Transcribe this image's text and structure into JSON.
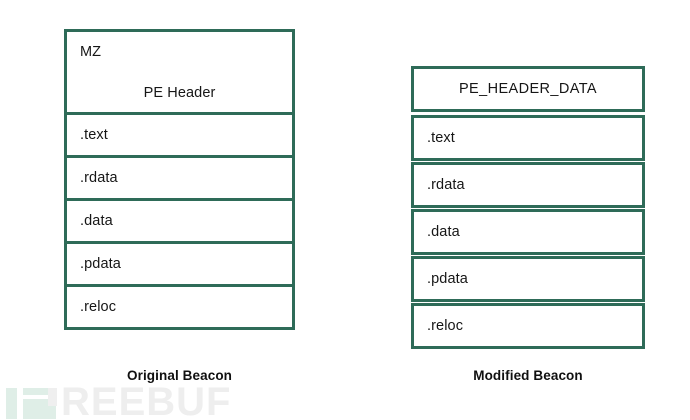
{
  "diagram": {
    "title_left": "Original Beacon",
    "title_right": "Modified Beacon",
    "border_color": "#2e6b58",
    "background_color": "#ffffff",
    "text_color": "#161616"
  },
  "original": {
    "header": {
      "mz": "MZ",
      "pe_header": "PE Header"
    },
    "sections": [
      {
        "label": ".text"
      },
      {
        "label": ".rdata"
      },
      {
        "label": ".data"
      },
      {
        "label": ".pdata"
      },
      {
        "label": ".reloc"
      }
    ],
    "caption": "Original Beacon"
  },
  "modified": {
    "header": {
      "label": "PE_HEADER_DATA"
    },
    "sections": [
      {
        "label": ".text"
      },
      {
        "label": ".rdata"
      },
      {
        "label": ".data"
      },
      {
        "label": ".pdata"
      },
      {
        "label": ".reloc"
      }
    ],
    "caption": "Modified Beacon"
  },
  "watermark": {
    "text": "REEBUF",
    "logo_color": "#dfeee7",
    "text_color": "#eeeeee"
  }
}
